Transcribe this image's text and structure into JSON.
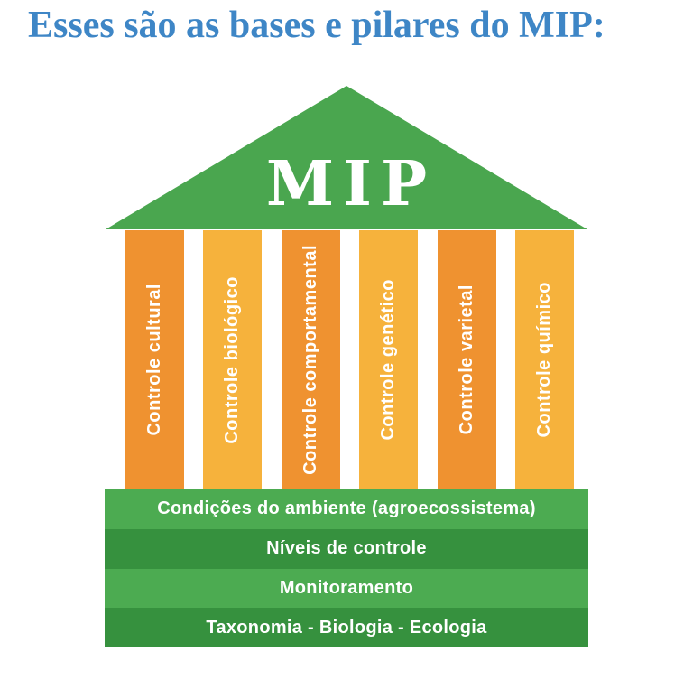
{
  "title": "Esses são as bases e pilares do MIP:",
  "colors": {
    "title_blue": "#3E86C6",
    "roof_green": "#4AA64F",
    "pillar_dark_orange": "#EF9230",
    "pillar_light_orange": "#F6B23C",
    "bar_light_green": "#4CAB51",
    "bar_dark_green": "#36913E",
    "label_white": "#FFFFFF"
  },
  "roof": {
    "label": "MIP"
  },
  "pillars": [
    {
      "label": "Controle cultural",
      "tone": "dark"
    },
    {
      "label": "Controle biológico",
      "tone": "light"
    },
    {
      "label": "Controle comportamental",
      "tone": "dark"
    },
    {
      "label": "Controle genético",
      "tone": "light"
    },
    {
      "label": "Controle varietal",
      "tone": "dark"
    },
    {
      "label": "Controle químico",
      "tone": "light"
    }
  ],
  "base_bars": [
    {
      "label": "Condições do ambiente (agroecossistema)",
      "tone": "light"
    },
    {
      "label": "Níveis de controle",
      "tone": "dark"
    },
    {
      "label": "Monitoramento",
      "tone": "light"
    },
    {
      "label": "Taxonomia - Biologia - Ecologia",
      "tone": "dark"
    }
  ]
}
